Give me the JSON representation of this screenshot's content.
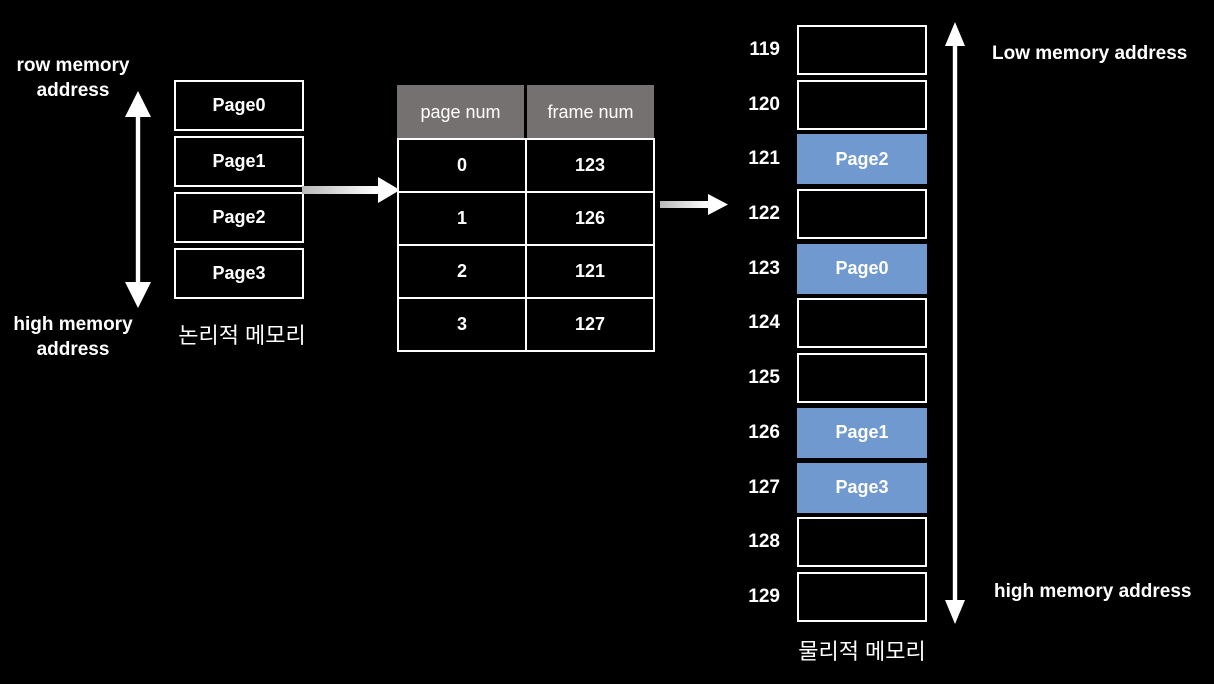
{
  "colors": {
    "background": "#000000",
    "highlight_blue": "#6F99CF",
    "table_header_gray": "#767171",
    "line_white": "#FFFFFF"
  },
  "left_panel": {
    "top_label": "row memory\naddress",
    "bottom_label": "high memory\naddress"
  },
  "logical_memory": {
    "pages": [
      "Page0",
      "Page1",
      "Page2",
      "Page3"
    ],
    "caption": "논리적 메모리"
  },
  "page_table": {
    "headers": [
      "page num",
      "frame num"
    ],
    "rows": [
      [
        "0",
        "123"
      ],
      [
        "1",
        "126"
      ],
      [
        "2",
        "121"
      ],
      [
        "3",
        "127"
      ]
    ]
  },
  "physical_memory": {
    "caption": "물리적 메모리",
    "frames": [
      {
        "address": "119",
        "content": ""
      },
      {
        "address": "120",
        "content": ""
      },
      {
        "address": "121",
        "content": "Page2"
      },
      {
        "address": "122",
        "content": ""
      },
      {
        "address": "123",
        "content": "Page0"
      },
      {
        "address": "124",
        "content": ""
      },
      {
        "address": "125",
        "content": ""
      },
      {
        "address": "126",
        "content": "Page1"
      },
      {
        "address": "127",
        "content": "Page3"
      },
      {
        "address": "128",
        "content": ""
      },
      {
        "address": "129",
        "content": ""
      }
    ]
  },
  "right_panel": {
    "top_label": "Low memory address",
    "bottom_label": "high memory address"
  }
}
